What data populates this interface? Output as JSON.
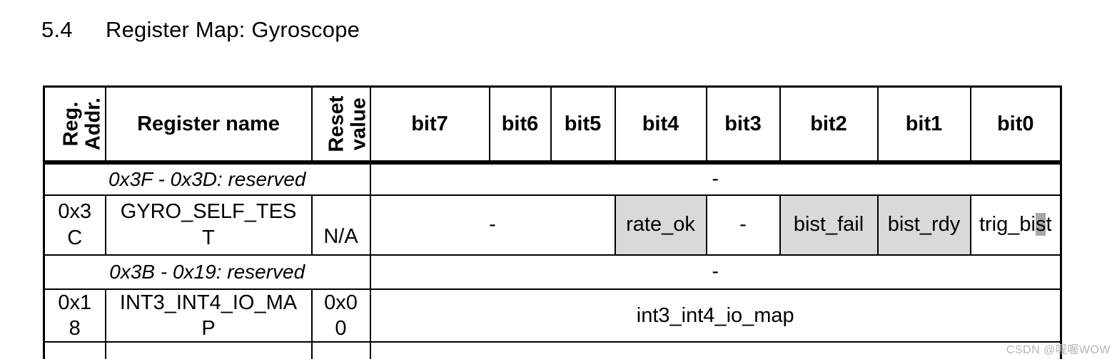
{
  "page": {
    "section_number": "5.4",
    "section_title": "Register Map: Gyroscope",
    "watermark": "CSDN @喔喔WOW"
  },
  "colors": {
    "shaded_cell": "#d9d9d9",
    "char_highlight": "#a8a8a8",
    "border": "#000000",
    "text": "#000000",
    "watermark_text": "#b5b5b5"
  },
  "table": {
    "headers": {
      "reg_addr": "Reg. Addr.",
      "register_name": "Register name",
      "reset_value": "Reset value",
      "bits": [
        "bit7",
        "bit6",
        "bit5",
        "bit4",
        "bit3",
        "bit2",
        "bit1",
        "bit0"
      ]
    },
    "rows": {
      "reserved_3f_3d": {
        "label": "0x3F - 0x3D: reserved",
        "bits": "-"
      },
      "gyro_self_test": {
        "addr": "0x3C",
        "name": "GYRO_SELF_TEST",
        "reset": "N/A",
        "bits_7_5": "-",
        "bit4": "rate_ok",
        "bit3": "-",
        "bit2": "bist_fail",
        "bit1": "bist_rdy",
        "bit0_prefix": "trig_bi",
        "bit0_highlight": "s",
        "bit0_suffix": "t"
      },
      "reserved_3b_19": {
        "label": "0x3B - 0x19: reserved",
        "bits": "-"
      },
      "int3_int4_io_map": {
        "addr": "0x18",
        "name": "INT3_INT4_IO_MAP",
        "reset": "0x00",
        "bits": "int3_int4_io_map"
      }
    }
  }
}
